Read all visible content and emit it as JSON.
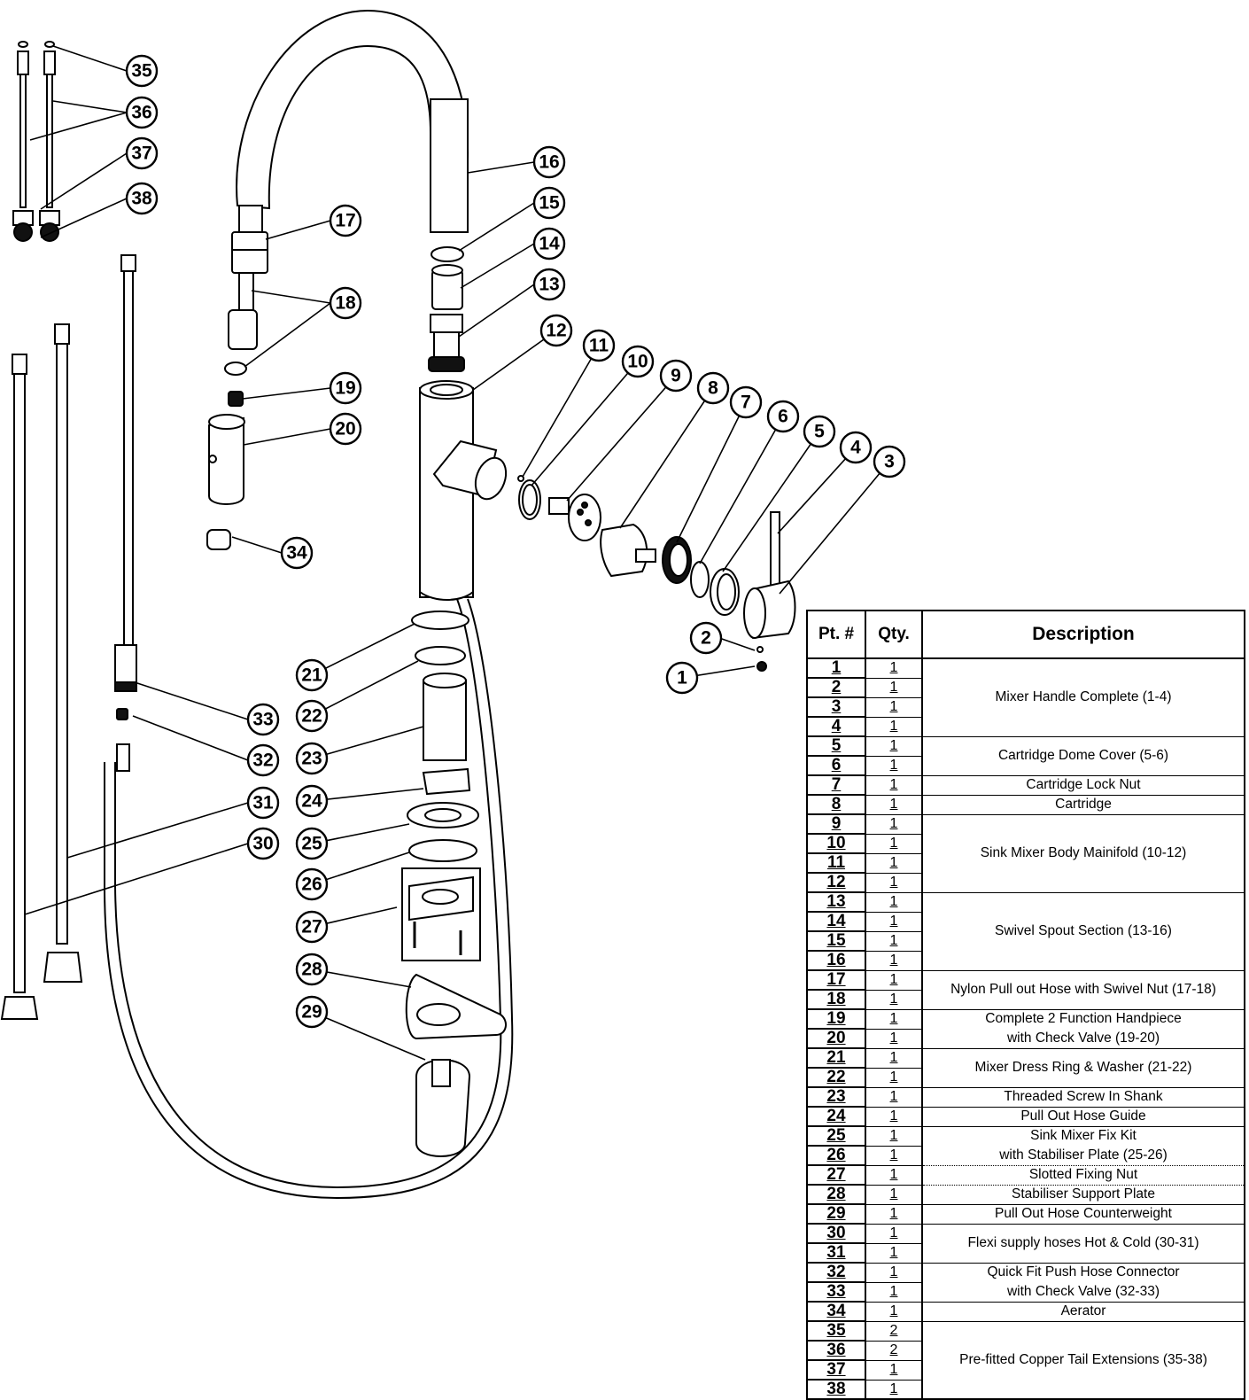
{
  "table": {
    "headers": {
      "part": "Pt. #",
      "qty": "Qty.",
      "description": "Description"
    },
    "rows": [
      {
        "pt": "1",
        "qty": "1"
      },
      {
        "pt": "2",
        "qty": "1"
      },
      {
        "pt": "3",
        "qty": "1"
      },
      {
        "pt": "4",
        "qty": "1"
      },
      {
        "pt": "5",
        "qty": "1"
      },
      {
        "pt": "6",
        "qty": "1"
      },
      {
        "pt": "7",
        "qty": "1"
      },
      {
        "pt": "8",
        "qty": "1"
      },
      {
        "pt": "9",
        "qty": "1"
      },
      {
        "pt": "10",
        "qty": "1"
      },
      {
        "pt": "11",
        "qty": "1"
      },
      {
        "pt": "12",
        "qty": "1"
      },
      {
        "pt": "13",
        "qty": "1"
      },
      {
        "pt": "14",
        "qty": "1"
      },
      {
        "pt": "15",
        "qty": "1"
      },
      {
        "pt": "16",
        "qty": "1"
      },
      {
        "pt": "17",
        "qty": "1"
      },
      {
        "pt": "18",
        "qty": "1"
      },
      {
        "pt": "19",
        "qty": "1"
      },
      {
        "pt": "20",
        "qty": "1"
      },
      {
        "pt": "21",
        "qty": "1"
      },
      {
        "pt": "22",
        "qty": "1"
      },
      {
        "pt": "23",
        "qty": "1"
      },
      {
        "pt": "24",
        "qty": "1"
      },
      {
        "pt": "25",
        "qty": "1"
      },
      {
        "pt": "26",
        "qty": "1"
      },
      {
        "pt": "27",
        "qty": "1"
      },
      {
        "pt": "28",
        "qty": "1"
      },
      {
        "pt": "29",
        "qty": "1"
      },
      {
        "pt": "30",
        "qty": "1"
      },
      {
        "pt": "31",
        "qty": "1"
      },
      {
        "pt": "32",
        "qty": "1"
      },
      {
        "pt": "33",
        "qty": "1"
      },
      {
        "pt": "34",
        "qty": "1"
      },
      {
        "pt": "35",
        "qty": "2"
      },
      {
        "pt": "36",
        "qty": "2"
      },
      {
        "pt": "37",
        "qty": "1"
      },
      {
        "pt": "38",
        "qty": "1"
      }
    ],
    "descriptions": {
      "mixer_handle": "Mixer Handle Complete (1-4)",
      "dome_cover": "Cartridge Dome Cover (5-6)",
      "lock_nut": "Cartridge Lock Nut",
      "cartridge": "Cartridge",
      "body_manifold": "Sink Mixer Body Mainifold (10-12)",
      "swivel_spout": "Swivel Spout Section (13-16)",
      "nylon_hose": "Nylon Pull out Hose with Swivel Nut (17-18)",
      "handpiece_l1": "Complete 2 Function Handpiece",
      "handpiece_l2": "with Check Valve (19-20)",
      "dress_ring": "Mixer Dress Ring & Washer (21-22)",
      "shank": "Threaded Screw In Shank",
      "hose_guide": "Pull Out Hose Guide",
      "fix_kit_l1": "Sink Mixer Fix Kit",
      "fix_kit_l2": "with Stabiliser Plate (25-26)",
      "slotted_nut": "Slotted Fixing Nut",
      "support_plate": "Stabiliser Support Plate",
      "counterweight": "Pull Out Hose Counterweight",
      "flexi_hoses": "Flexi supply hoses Hot & Cold (30-31)",
      "quick_fit_l1": "Quick Fit Push Hose Connector",
      "quick_fit_l2": "with Check Valve (32-33)",
      "aerator": "Aerator",
      "copper_tails": "Pre-fitted Copper Tail Extensions (35-38)"
    }
  },
  "callouts": [
    "1",
    "2",
    "3",
    "4",
    "5",
    "6",
    "7",
    "8",
    "9",
    "10",
    "11",
    "12",
    "13",
    "14",
    "15",
    "16",
    "17",
    "18",
    "19",
    "20",
    "21",
    "22",
    "23",
    "24",
    "25",
    "26",
    "27",
    "28",
    "29",
    "30",
    "31",
    "32",
    "33",
    "34",
    "35",
    "36",
    "37",
    "38"
  ],
  "colors": {
    "ink": "#000000",
    "paper": "#ffffff"
  }
}
